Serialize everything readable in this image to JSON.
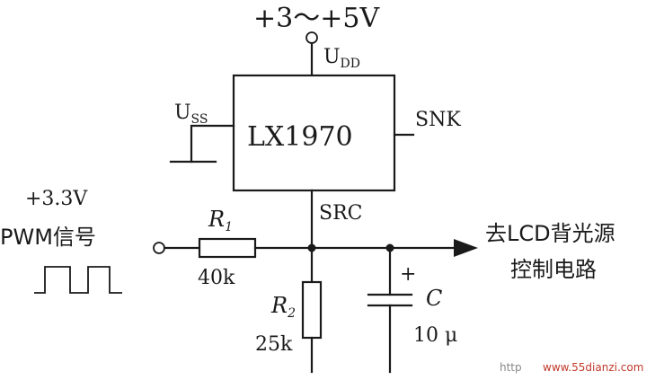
{
  "supply": {
    "voltage_label": "+3～+5V",
    "pin_main": "U",
    "pin_sub": "DD"
  },
  "chip": {
    "name": "LX1970",
    "pin_uss_main": "U",
    "pin_uss_sub": "SS",
    "pin_snk": "SNK",
    "pin_src": "SRC"
  },
  "input": {
    "voltage": "+3.3V",
    "signal": "PWM信号"
  },
  "r1": {
    "name_main": "R",
    "name_sub": "1",
    "value": "40k"
  },
  "r2": {
    "name_main": "R",
    "name_sub": "2",
    "value": "25k"
  },
  "cap": {
    "name": "C",
    "value": "10 μ",
    "polarity": "+"
  },
  "output": {
    "line1": "去LCD背光源",
    "line2": "控制电路"
  },
  "watermark": {
    "prefix": "http",
    "text": "www.55dianzi.com",
    "color": "#c0392b"
  }
}
